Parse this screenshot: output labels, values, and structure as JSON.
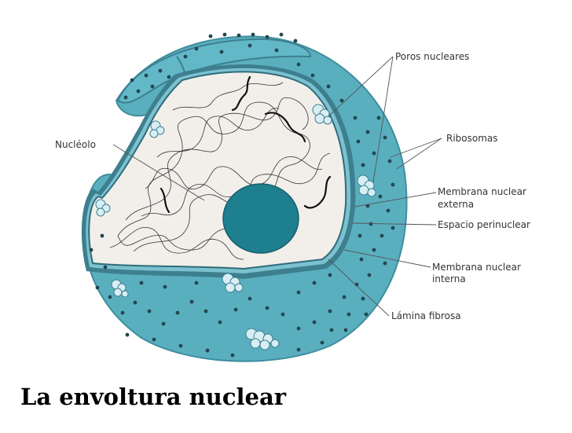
{
  "title": "La envoltura nuclear",
  "labels": {
    "poros": "Poros nucleares",
    "ribosomas": "Ribosomas",
    "nucleolo": "Nucléolo",
    "membrana_externa_1": "Membrana nuclear",
    "membrana_externa_2": "externa",
    "espacio": "Espacio perinuclear",
    "membrana_interna_1": "Membrana nuclear",
    "membrana_interna_2": "interna",
    "lamina": "Lámina fibrosa"
  },
  "colors": {
    "cytoplasm": "#5aafbf",
    "cytoplasm_edge": "#3f8e9e",
    "membrane": "#3d7f8f",
    "nucleoplasm": "#f2efea",
    "nucleolus": "#1e7f8e",
    "ribosome": "#244650",
    "pore": "#d7eef4",
    "label_text": "#333333"
  }
}
